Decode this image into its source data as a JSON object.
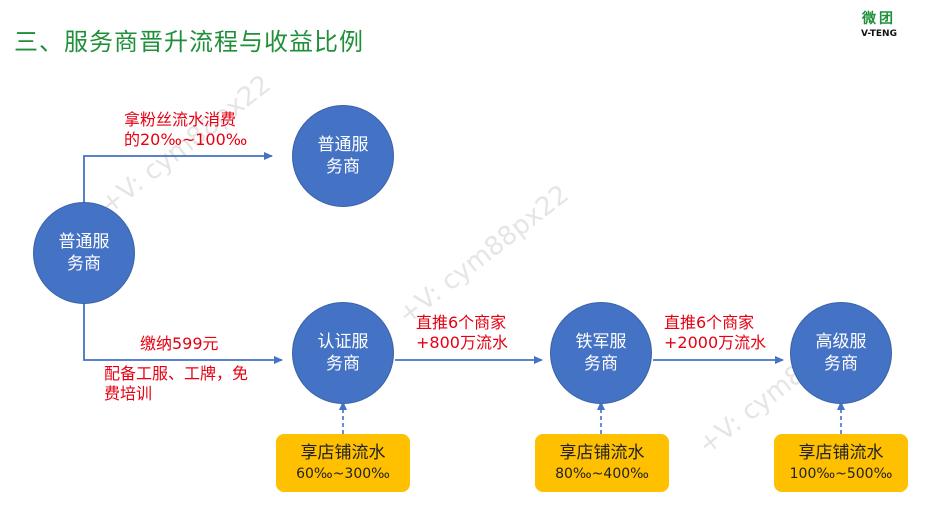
{
  "title": "三、服务商晋升流程与收益比例",
  "logo": {
    "line1": "微团",
    "line2": "V-TENG"
  },
  "nodes": {
    "start": "普通服务商",
    "normal": "普通服务商",
    "certified": "认证服务商",
    "iron": "铁军服务商",
    "senior": "高级服务商"
  },
  "labels": {
    "fan_line1": "拿粉丝流水消费",
    "fan_line2": "的20‰~100‰",
    "fee_line1": "缴纳599元",
    "fee_line2": "配备工服、工牌，免",
    "fee_line3": "费培训",
    "push1_line1": "直推6个商家",
    "push1_line2": "+800万流水",
    "push2_line1": "直推6个商家",
    "push2_line2": "+2000万流水"
  },
  "boxes": [
    {
      "title": "享店铺流水",
      "range": "60‰~300‰"
    },
    {
      "title": "享店铺流水",
      "range": "80‰~400‰"
    },
    {
      "title": "享店铺流水",
      "range": "100‰~500‰"
    }
  ],
  "watermark": "+V: cym88px22",
  "colors": {
    "accent": "#1f8f3a",
    "node": "#4472c4",
    "label": "#e60012",
    "box": "#ffc000"
  }
}
